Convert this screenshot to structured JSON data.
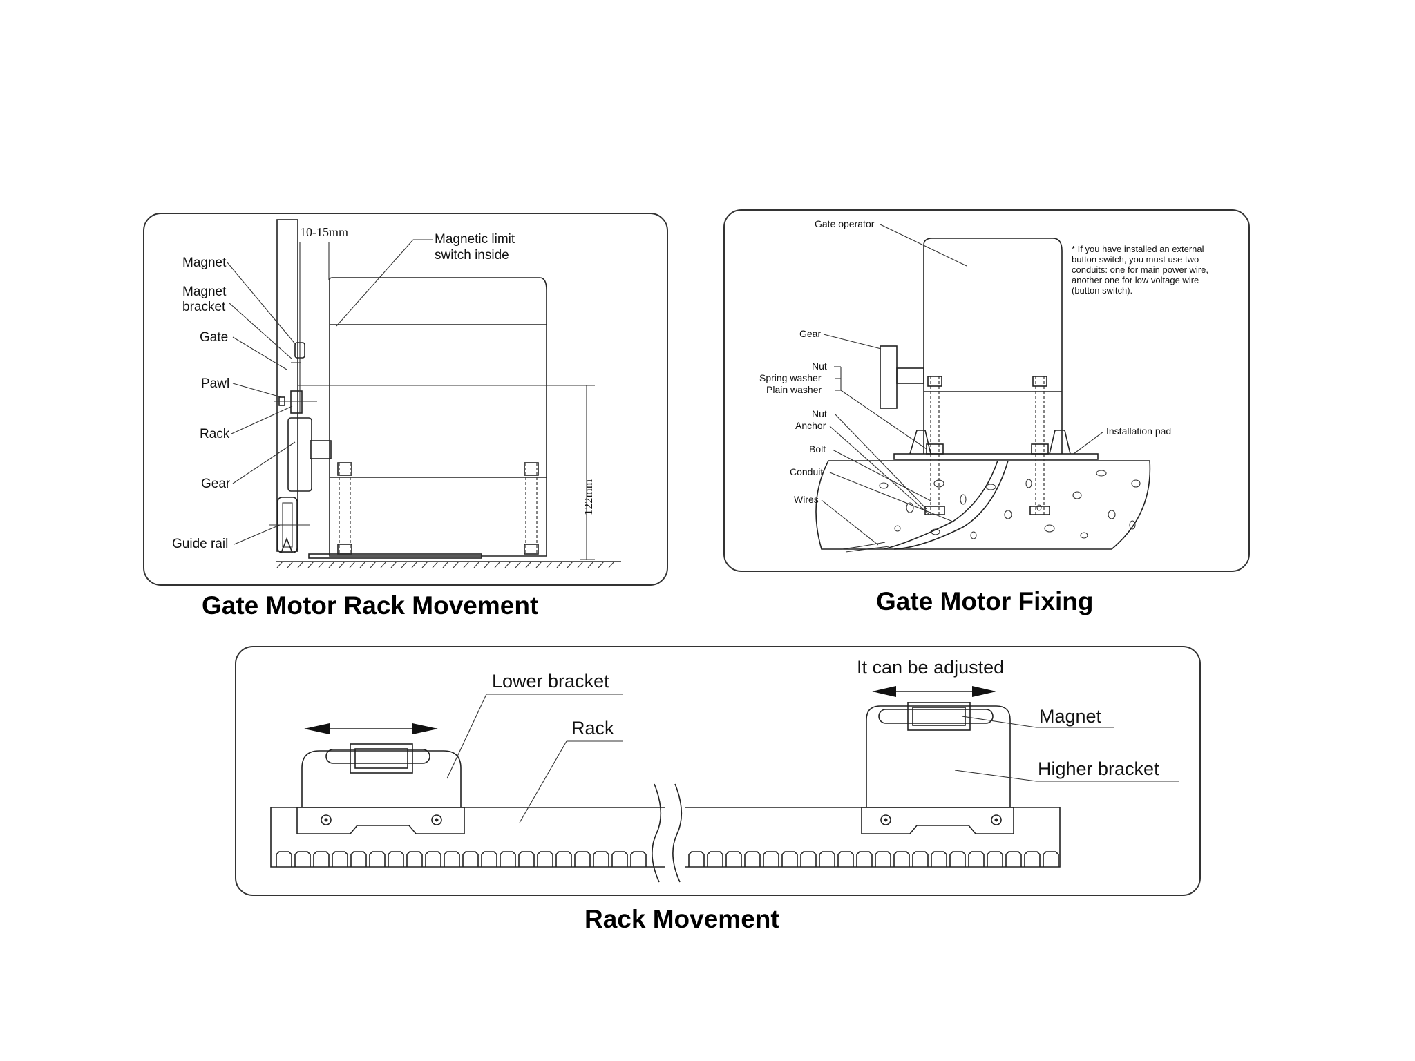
{
  "panels": {
    "rack_movement_motor": {
      "caption": "Gate Motor Rack Movement",
      "labels": {
        "dimension_gap": "10-15mm",
        "magnetic_limit_1": "Magnetic limit",
        "magnetic_limit_2": "switch inside",
        "magnet": "Magnet",
        "magnet_bracket_1": "Magnet",
        "magnet_bracket_2": "bracket",
        "gate": "Gate",
        "pawl": "Pawl",
        "rack": "Rack",
        "gear": "Gear",
        "guide_rail": "Guide rail",
        "dimension_height": "122mm"
      }
    },
    "motor_fixing": {
      "caption": "Gate Motor Fixing",
      "labels": {
        "gate_operator": "Gate operator",
        "note_1": "* If you have installed an external",
        "note_2": "button switch, you must use two",
        "note_3": "conduits: one for main power wire,",
        "note_4": "another one for low voltage wire",
        "note_5": "(button switch).",
        "gear": "Gear",
        "nut": "Nut",
        "spring_washer": "Spring washer",
        "plain_washer": "Plain washer",
        "nut_2": "Nut",
        "anchor": "Anchor",
        "bolt": "Bolt",
        "conduit": "Conduit",
        "wires": "Wires",
        "installation_pad": "Installation pad"
      }
    },
    "rack_movement": {
      "caption": "Rack Movement",
      "labels": {
        "adjustable": "It can be adjusted",
        "lower_bracket": "Lower bracket",
        "rack": "Rack",
        "magnet": "Magnet",
        "higher_bracket": "Higher bracket"
      }
    }
  }
}
